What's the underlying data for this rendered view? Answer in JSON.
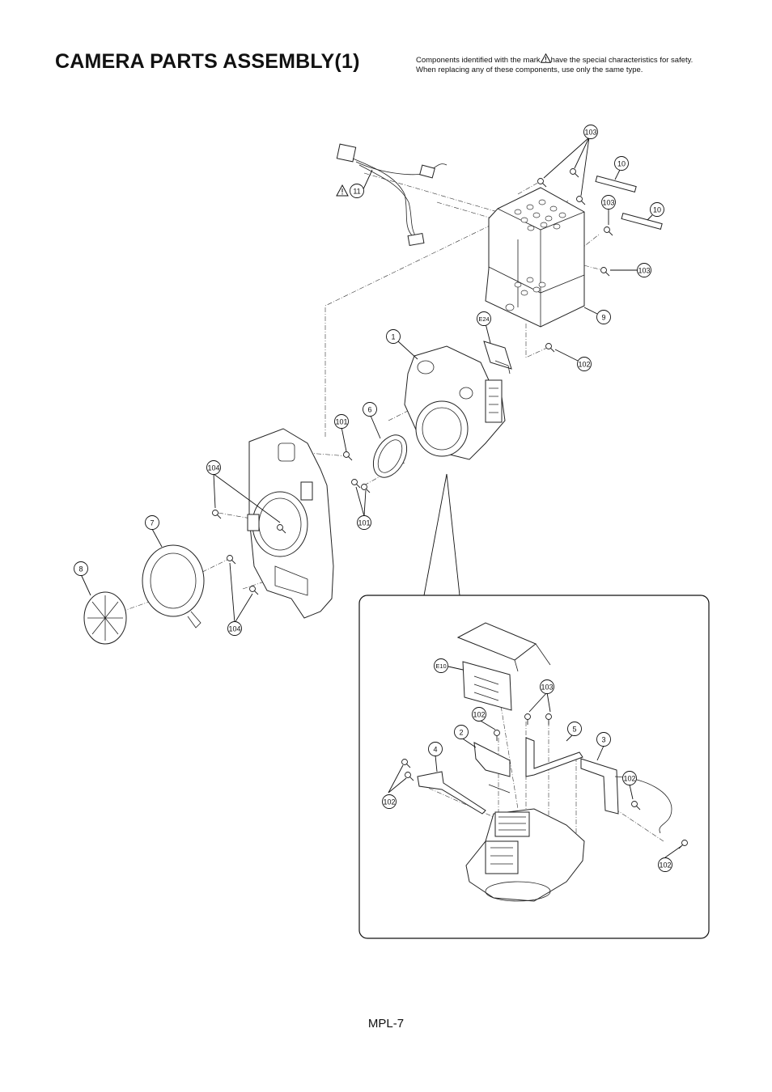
{
  "header": {
    "title": "CAMERA PARTS ASSEMBLY(1)",
    "note_line1_before": "Components identified with the mark",
    "note_line1_after": "have the special characteristics for safety.",
    "note_line2": "When replacing any of these components, use only the same type."
  },
  "footer": {
    "page": "MPL-7"
  },
  "icons": {
    "warning": "warning-triangle-icon"
  },
  "callouts": {
    "c103a": "103",
    "c10a": "10",
    "c11": "11",
    "c103b": "103",
    "c10b": "10",
    "c103c": "103",
    "c9": "9",
    "cE24": "E24",
    "c102a": "102",
    "c1": "1",
    "c6": "6",
    "c101a": "101",
    "c101b": "101",
    "c104a": "104",
    "c7": "7",
    "c8": "8",
    "c104b": "104",
    "cE10": "E10",
    "c103d": "103",
    "c102b": "102",
    "c2": "2",
    "c5": "5",
    "c3": "3",
    "c4": "4",
    "c102c": "102",
    "c102d": "102",
    "c102e": "102"
  }
}
